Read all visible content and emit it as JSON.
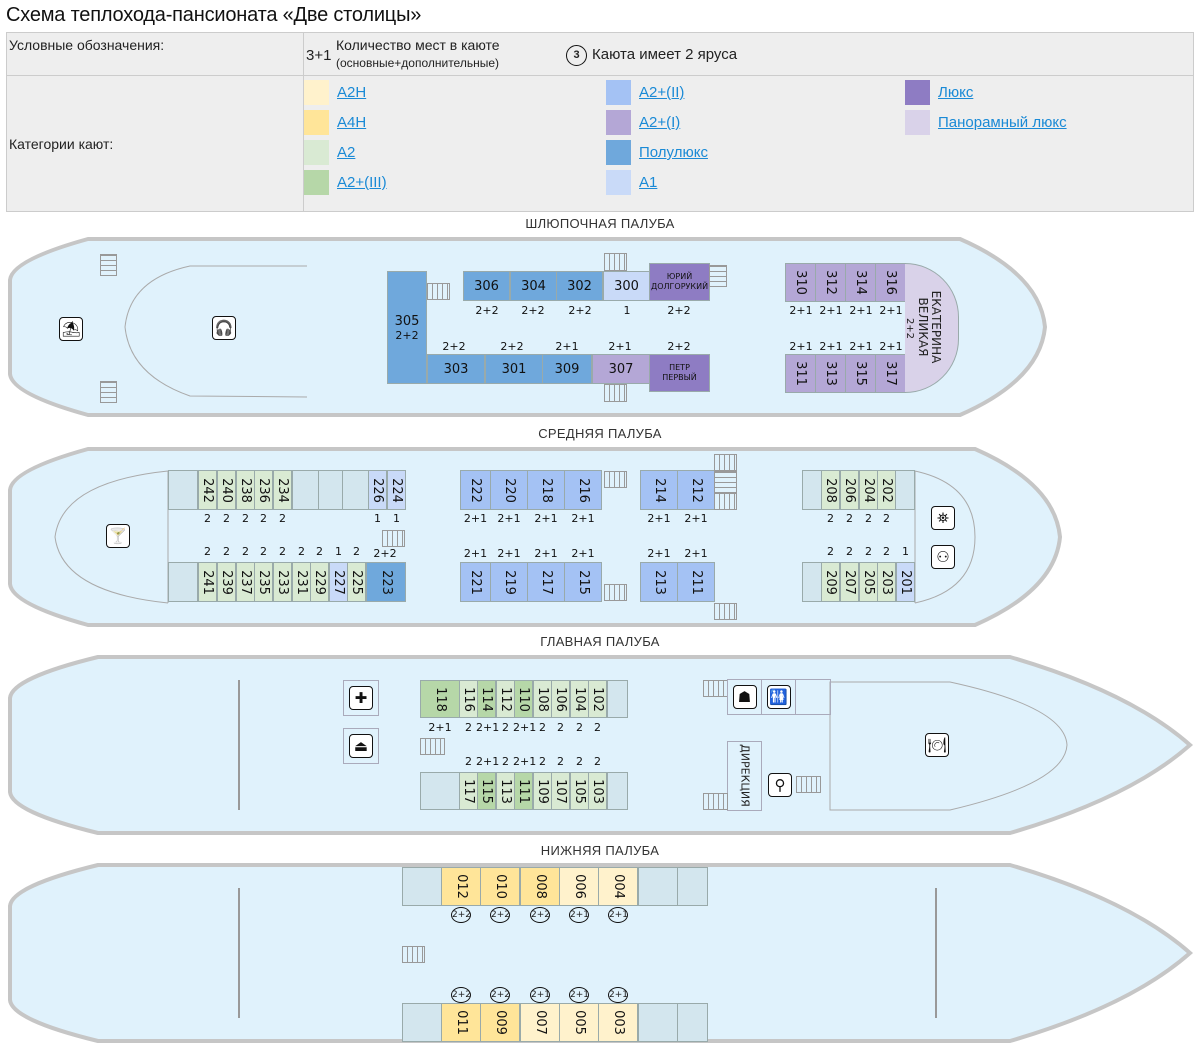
{
  "title": "Схема теплохода-пансионата «Две столицы»",
  "legend": {
    "symbols_label": "Условные обозначения:",
    "capacity_example": "3+1",
    "capacity_text": "Количество мест в каюте",
    "capacity_sub": "(основные+дополнительные)",
    "tier_example": "3",
    "tier_text": "Каюта имеет 2 яруса",
    "categories_label": "Категории кают:",
    "categories": [
      {
        "name": "A2H",
        "color": "#fff2cc"
      },
      {
        "name": "A4H",
        "color": "#ffe599"
      },
      {
        "name": "A2",
        "color": "#d9ead3"
      },
      {
        "name": "A2+(III)",
        "color": "#b6d7a8"
      },
      {
        "name": "A2+(II)",
        "color": "#a4c2f4"
      },
      {
        "name": "A2+(I)",
        "color": "#b4a7d6"
      },
      {
        "name": "Полулюкс",
        "color": "#6fa8dc"
      },
      {
        "name": "A1",
        "color": "#c9daf8"
      },
      {
        "name": "Люкс",
        "color": "#8e7cc3"
      },
      {
        "name": "Панорамный люкс",
        "color": "#d9d2e9"
      }
    ]
  },
  "decks": {
    "boat": {
      "title": "ШЛЮПОЧНАЯ ПАЛУБА",
      "icons": [
        "sunbed-icon",
        "headphones-icon"
      ],
      "cabins": {
        "c305": {
          "num": "305",
          "cap": "2+2"
        },
        "c306": {
          "num": "306",
          "cap": "2+2"
        },
        "c304": {
          "num": "304",
          "cap": "2+2"
        },
        "c302": {
          "num": "302",
          "cap": "2+2"
        },
        "c300": {
          "num": "300",
          "cap": "1"
        },
        "yuri": {
          "num": "ЮРИЙ ДОЛГОРУКИЙ",
          "cap": "2+2"
        },
        "c303": {
          "num": "303",
          "cap": "2+2"
        },
        "c301": {
          "num": "301",
          "cap": "2+2"
        },
        "c309": {
          "num": "309",
          "cap": "2+1"
        },
        "c307": {
          "num": "307",
          "cap": "2+1"
        },
        "petr": {
          "num": "ПЕТР ПЕРВЫЙ",
          "cap": "2+2"
        },
        "c310": {
          "num": "310",
          "cap": "2+1"
        },
        "c312": {
          "num": "312",
          "cap": "2+1"
        },
        "c314": {
          "num": "314",
          "cap": "2+1"
        },
        "c316": {
          "num": "316",
          "cap": "2+1"
        },
        "c311": {
          "num": "311",
          "cap": "2+1"
        },
        "c313": {
          "num": "313",
          "cap": "2+1"
        },
        "c315": {
          "num": "315",
          "cap": "2+1"
        },
        "c317": {
          "num": "317",
          "cap": "2+1"
        },
        "ekaterina": {
          "num": "ЕКАТЕРИНА ВЕЛИКАЯ",
          "cap": "2+2"
        }
      }
    },
    "middle": {
      "title": "СРЕДНЯЯ ПАЛУБА",
      "icons": [
        "cocktail-icon",
        "binoculars-icon",
        "kids-play-icon"
      ],
      "top": [
        {
          "num": "242",
          "cap": "2"
        },
        {
          "num": "240",
          "cap": "2"
        },
        {
          "num": "238",
          "cap": "2"
        },
        {
          "num": "236",
          "cap": "2"
        },
        {
          "num": "234",
          "cap": "2"
        },
        {
          "num": "226",
          "cap": "1"
        },
        {
          "num": "224",
          "cap": "1"
        },
        {
          "num": "222",
          "cap": "2+1"
        },
        {
          "num": "220",
          "cap": "2+1"
        },
        {
          "num": "218",
          "cap": "2+1"
        },
        {
          "num": "216",
          "cap": "2+1"
        },
        {
          "num": "214",
          "cap": "2+1"
        },
        {
          "num": "212",
          "cap": "2+1"
        },
        {
          "num": "208",
          "cap": "2"
        },
        {
          "num": "206",
          "cap": "2"
        },
        {
          "num": "204",
          "cap": "2"
        },
        {
          "num": "202",
          "cap": "2"
        }
      ],
      "bottom": [
        {
          "num": "241",
          "cap": "2"
        },
        {
          "num": "239",
          "cap": "2"
        },
        {
          "num": "237",
          "cap": "2"
        },
        {
          "num": "235",
          "cap": "2"
        },
        {
          "num": "233",
          "cap": "2"
        },
        {
          "num": "231",
          "cap": "2"
        },
        {
          "num": "229",
          "cap": "2"
        },
        {
          "num": "227",
          "cap": "1"
        },
        {
          "num": "225",
          "cap": "2"
        },
        {
          "num": "223",
          "cap": "2+2"
        },
        {
          "num": "221",
          "cap": "2+1"
        },
        {
          "num": "219",
          "cap": "2+1"
        },
        {
          "num": "217",
          "cap": "2+1"
        },
        {
          "num": "215",
          "cap": "2+1"
        },
        {
          "num": "213",
          "cap": "2+1"
        },
        {
          "num": "211",
          "cap": "2+1"
        },
        {
          "num": "209",
          "cap": "2"
        },
        {
          "num": "207",
          "cap": "2"
        },
        {
          "num": "205",
          "cap": "2"
        },
        {
          "num": "203",
          "cap": "2"
        },
        {
          "num": "201",
          "cap": "1"
        }
      ]
    },
    "main": {
      "title": "ГЛАВНАЯ ПАЛУБА",
      "direction_label": "ДИРЕКЦИЯ",
      "icons": [
        "first-aid-icon",
        "iron-icon",
        "souvenir-icon",
        "restroom-icon",
        "restaurant-icon",
        "water-tap-icon"
      ],
      "top": [
        {
          "num": "118",
          "cap": "2+1"
        },
        {
          "num": "116",
          "cap": "2"
        },
        {
          "num": "114",
          "cap": "2+1"
        },
        {
          "num": "112",
          "cap": "2"
        },
        {
          "num": "110",
          "cap": "2+1"
        },
        {
          "num": "108",
          "cap": "2"
        },
        {
          "num": "106",
          "cap": "2"
        },
        {
          "num": "104",
          "cap": "2"
        },
        {
          "num": "102",
          "cap": "2"
        }
      ],
      "bottom": [
        {
          "num": "117",
          "cap": "2"
        },
        {
          "num": "115",
          "cap": "2+1"
        },
        {
          "num": "113",
          "cap": "2"
        },
        {
          "num": "111",
          "cap": "2+1"
        },
        {
          "num": "109",
          "cap": "2"
        },
        {
          "num": "107",
          "cap": "2"
        },
        {
          "num": "105",
          "cap": "2"
        },
        {
          "num": "103",
          "cap": "2"
        }
      ]
    },
    "lower": {
      "title": "НИЖНЯЯ ПАЛУБА",
      "top": [
        {
          "num": "012",
          "cap": "2+2"
        },
        {
          "num": "010",
          "cap": "2+2"
        },
        {
          "num": "008",
          "cap": "2+2"
        },
        {
          "num": "006",
          "cap": "2+1"
        },
        {
          "num": "004",
          "cap": "2+1"
        }
      ],
      "bottom": [
        {
          "num": "011",
          "cap": "2+2"
        },
        {
          "num": "009",
          "cap": "2+2"
        },
        {
          "num": "007",
          "cap": "2+1"
        },
        {
          "num": "005",
          "cap": "2+1"
        },
        {
          "num": "003",
          "cap": "2+1"
        }
      ]
    }
  }
}
